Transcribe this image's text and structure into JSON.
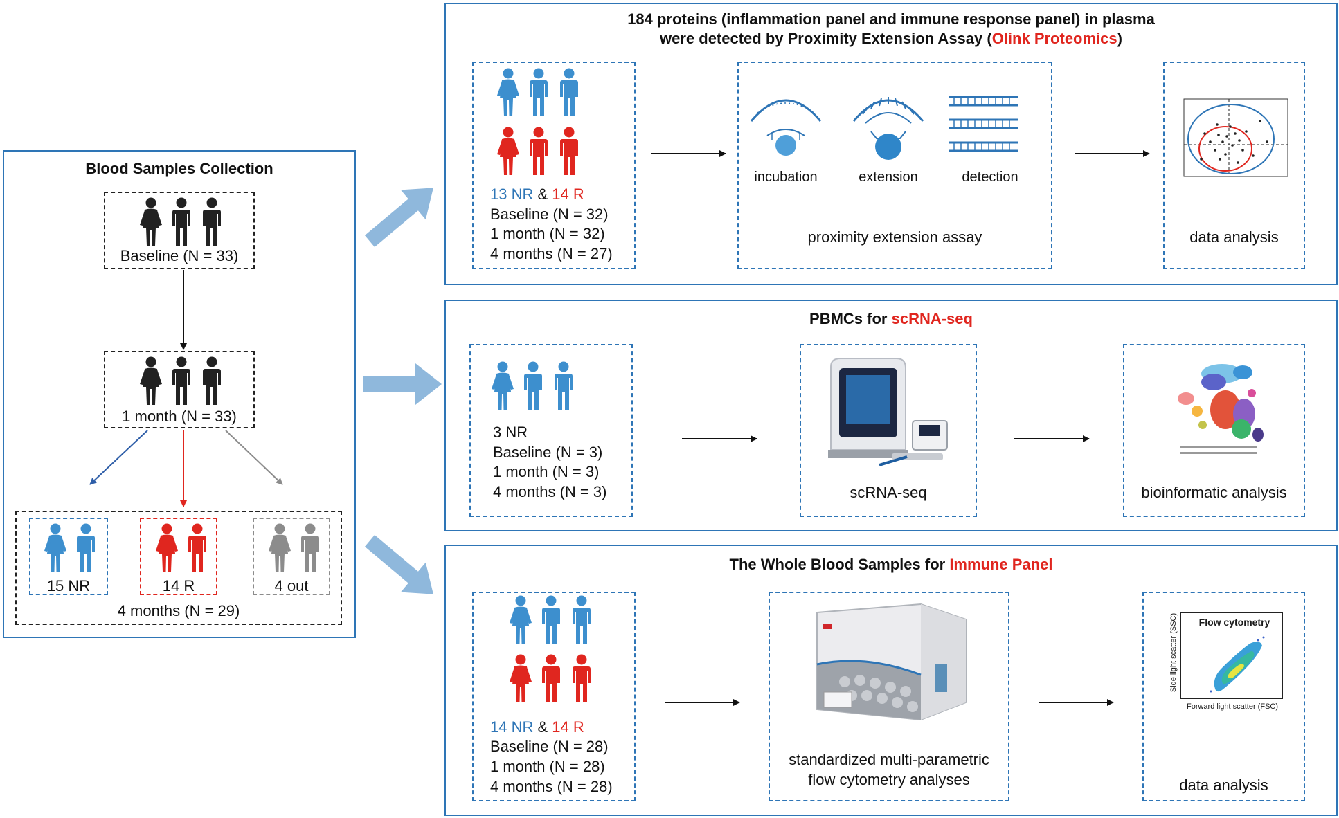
{
  "collection": {
    "title": "Blood Samples Collection",
    "baseline": "Baseline (N = 33)",
    "one_month": "1 month (N = 33)",
    "four_months": "4 months (N = 29)",
    "groups": {
      "nr": "15 NR",
      "r": "14 R",
      "out": "4 out"
    }
  },
  "proteomics": {
    "title_line1": "184 proteins (inflammation panel and immune response panel) in plasma",
    "title_line2_pre": "were detected by Proximity Extension Assay (",
    "title_line2_red": "Olink Proteomics",
    "title_line2_post": ")",
    "nr": "13 NR",
    "amp": "&",
    "r": "14 R",
    "baseline": "Baseline (N = 32)",
    "one_month": "1 month (N = 32)",
    "four_months": "4 months (N = 27)",
    "steps": {
      "incubation": "incubation",
      "extension": "extension",
      "detection": "detection"
    },
    "assay_label": "proximity extension assay",
    "analysis_label": "data analysis"
  },
  "scrna": {
    "title_pre": "PBMCs for ",
    "title_red": "scRNA-seq",
    "nr": "3 NR",
    "baseline": "Baseline (N = 3)",
    "one_month": "1 month (N = 3)",
    "four_months": "4 months (N = 3)",
    "instrument_label": "scRNA-seq",
    "analysis_label": "bioinformatic analysis"
  },
  "immune": {
    "title_pre": "The Whole Blood Samples for ",
    "title_red": "Immune Panel",
    "nr": "14 NR",
    "amp": "&",
    "r": "14 R",
    "baseline": "Baseline (N = 28)",
    "one_month": "1 month (N = 28)",
    "four_months": "4 months (N = 28)",
    "instrument_line1": "standardized multi-parametric",
    "instrument_line2": "flow cytometry analyses",
    "plot_title": "Flow cytometry",
    "plot_xlabel": "Forward light scatter (FSC)",
    "plot_ylabel": "Side light scatter (SSC)",
    "analysis_label": "data analysis"
  },
  "colors": {
    "blue": "#2e75b6",
    "red": "#e0261f",
    "black": "#222222",
    "gray": "#8c8c8c",
    "arrow": "#8fb8dc"
  }
}
